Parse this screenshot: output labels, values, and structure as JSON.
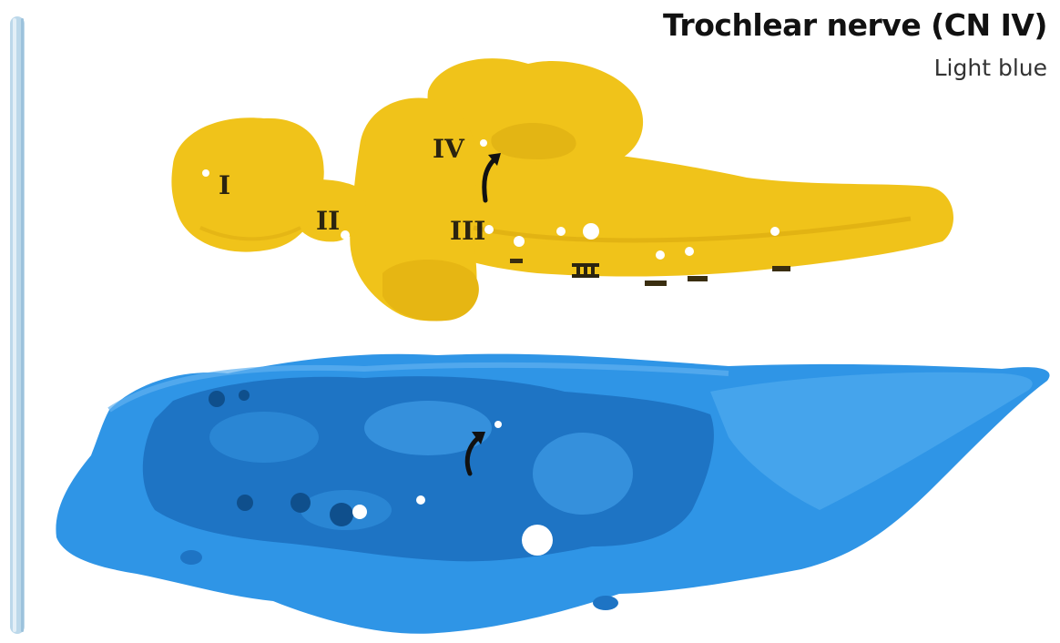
{
  "header": {
    "title": "Trochlear nerve (CN IV)",
    "subtitle": "Light blue"
  },
  "nerve_labels": {
    "olfactory": "I",
    "optic": "II",
    "oculomotor": "III",
    "trochlear": "IV"
  },
  "colors": {
    "brain": "#f0c31a",
    "brain_shade": "#d9a90f",
    "skull": "#2f95e6",
    "skull_shade": "#1e74c4",
    "nerve_strand": "#bcd8ea",
    "arrow": "#111111"
  },
  "icons": {
    "upper_arrow": "curved-arrow-icon",
    "lower_arrow": "curved-arrow-icon"
  }
}
